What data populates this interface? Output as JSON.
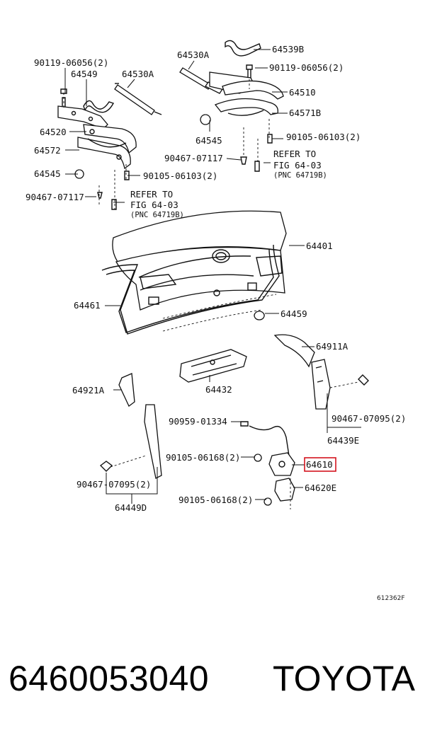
{
  "diagram": {
    "callouts": {
      "c_90119_a": "90119-06056(2)",
      "c_64549": "64549",
      "c_64530A_left": "64530A",
      "c_64530A_top": "64530A",
      "c_64539B": "64539B",
      "c_90119_b": "90119-06056(2)",
      "c_64510": "64510",
      "c_64571B": "64571B",
      "c_64545_mid": "64545",
      "c_90105_06103_right": "90105-06103(2)",
      "c_90467_07117_mid": "90467-07117",
      "c_refer_right_1": "REFER TO",
      "c_refer_right_2": "FIG 64-03",
      "c_refer_right_3": "(PNC 64719B)",
      "c_64520": "64520",
      "c_64572": "64572",
      "c_64545_left": "64545",
      "c_90105_06103_left": "90105-06103(2)",
      "c_90467_07117_left": "90467-07117",
      "c_refer_left_1": "REFER TO",
      "c_refer_left_2": "FIG 64-03",
      "c_refer_left_3": "(PNC 64719B)",
      "c_64401": "64401",
      "c_64461": "64461",
      "c_64459": "64459",
      "c_64911A": "64911A",
      "c_64921A": "64921A",
      "c_64432": "64432",
      "c_90959": "90959-01334",
      "c_90467_07095_right": "90467-07095(2)",
      "c_64439E": "64439E",
      "c_90105_06168_a": "90105-06168(2)",
      "c_64610": "64610",
      "c_90467_07095_left": "90467-07095(2)",
      "c_64620E": "64620E",
      "c_90105_06168_b": "90105-06168(2)",
      "c_64449D": "64449D",
      "c_ref_code": "612362F"
    },
    "highlight_color": "#d4141e"
  },
  "footer": {
    "part_number": "6460053040",
    "brand": "TOYOTA"
  }
}
